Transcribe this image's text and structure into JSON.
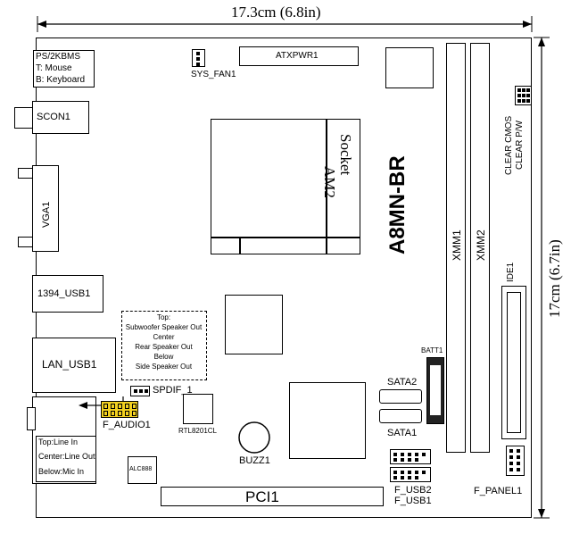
{
  "dimensions": {
    "width": "17.3cm (6.8in)",
    "height": "17cm (6.7in)"
  },
  "model": "A8MN-BR",
  "components": {
    "ps2": {
      "lines": [
        "PS/2KBMS",
        "T: Mouse",
        "B: Keyboard"
      ]
    },
    "sys_fan": "SYS_FAN1",
    "atxpwr": "ATXPWR1",
    "scon": "SCON1",
    "vga": "VGA1",
    "socket_line1": "Socket",
    "socket_line2": "AM2",
    "usb1394": "1394_USB1",
    "lan_usb": "LAN_USB1",
    "audio_jacks": {
      "lines": [
        "Top:Line In",
        "Center:Line Out",
        "Below:Mic In"
      ]
    },
    "speaker_note": {
      "lines": [
        "Top:",
        "Subwoofer Speaker Out",
        "Center",
        "Rear Speaker Out",
        "Below",
        "Side Speaker Out"
      ]
    },
    "spdif": "SPDIF_1",
    "f_audio": "F_AUDIO1",
    "rtl": "RTL8201CL",
    "alc": "ALC888",
    "buzz": "BUZZ1",
    "sata2": "SATA2",
    "sata1": "SATA1",
    "batt": "BATT1",
    "xmm1": "XMM1",
    "xmm2": "XMM2",
    "clear_cmos_line1": "CLEAR CMOS",
    "clear_cmos_line2": "CLEAR P/W",
    "ide": "IDE1",
    "pci": "PCI1",
    "f_usb2": "F_USB2",
    "f_usb1": "F_USB1",
    "f_panel": "F_PANEL1"
  },
  "colors": {
    "jumper_yellow": "#f2d020",
    "outline": "#000000"
  }
}
